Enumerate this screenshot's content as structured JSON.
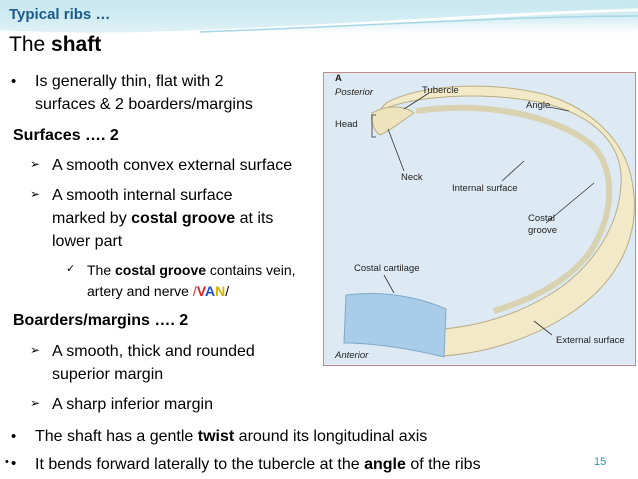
{
  "header": {
    "deck_title": "Typical ribs …"
  },
  "slide": {
    "title_prefix": "The ",
    "title_bold": "shaft",
    "intro_line1": "Is generally thin, flat with 2",
    "intro_line2": "surfaces & 2 boarders/margins",
    "surfaces_heading": "Surfaces …. 2",
    "surface_items": [
      "A smooth convex external surface",
      "A smooth internal  surface"
    ],
    "internal_line2_pre": "marked by ",
    "internal_line2_bold": "costal groove",
    "internal_line2_post": " at its",
    "internal_line3": "lower part",
    "groove_note_pre": "The ",
    "groove_note_bold": "costal groove",
    "groove_note_post": " contains vein,",
    "groove_note_line2": "artery and nerve ",
    "van_slash_open": "/",
    "van_v": "V",
    "van_a": "A",
    "van_n": "N",
    "van_slash_close": "/",
    "margins_heading": "Boarders/margins …. 2",
    "margin_item1_line1": "A smooth, thick and rounded",
    "margin_item1_line2": "superior margin",
    "margin_item2": "A sharp inferior margin",
    "twist_pre": "The shaft has a gentle ",
    "twist_bold": "twist",
    "twist_post": " around its longitudinal axis",
    "bend_pre": "It bends forward laterally to the tubercle at the ",
    "bend_bold": "angle",
    "bend_post": " of the ribs",
    "page_number": "15"
  },
  "figure": {
    "panel_letter": "A",
    "labels": {
      "posterior": "Posterior",
      "head": "Head",
      "tubercle": "Tubercle",
      "angle": "Angle",
      "neck": "Neck",
      "internal_surface": "Internal surface",
      "costal_groove_1": "Costal",
      "costal_groove_2": "groove",
      "costal_cartilage": "Costal cartilage",
      "external_surface": "External surface",
      "anterior": "Anterior"
    },
    "colors": {
      "bone": "#f1e9c8",
      "cartilage": "#a9cde8",
      "background": "#dde9f3"
    }
  }
}
